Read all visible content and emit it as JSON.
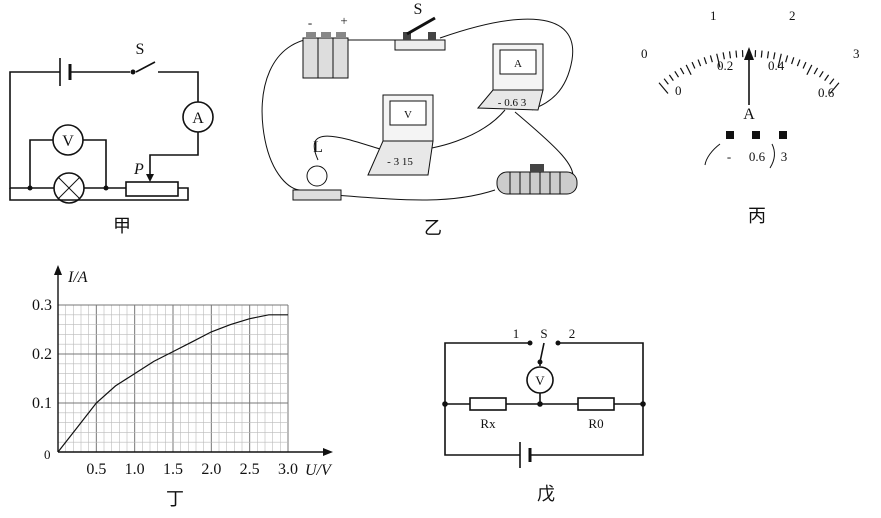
{
  "fig_jia": {
    "caption": "甲",
    "switch_label": "S",
    "ammeter": "A",
    "voltmeter": "V",
    "slider_label": "P"
  },
  "fig_yi": {
    "caption": "乙",
    "battery_minus": "-",
    "battery_plus": "+",
    "switch_label": "S",
    "lamp_label": "L",
    "ammeter_face": "A",
    "ammeter_terminals": "- 0.6 3",
    "voltmeter_face": "V",
    "voltmeter_terminals": "- 3 15"
  },
  "fig_bing": {
    "caption": "丙",
    "unit": "A",
    "top_scale": [
      "0",
      "1",
      "2",
      "3"
    ],
    "bottom_scale": [
      "0",
      "0.2",
      "0.4",
      "0.6"
    ],
    "terminals": [
      "-",
      "0.6",
      "3"
    ],
    "reading_fraction": 0.38
  },
  "fig_ding": {
    "caption": "丁",
    "y_axis_label": "I/A",
    "x_axis_label": "U/V",
    "origin": "0"
  },
  "fig_wu": {
    "caption": "戊",
    "label_1": "1",
    "label_2": "2",
    "switch_label": "S",
    "voltmeter": "V",
    "rx_label": "Rx",
    "r0_label": "R0"
  },
  "chart_data": {
    "type": "line",
    "x": [
      0,
      0.25,
      0.5,
      0.75,
      1.0,
      1.25,
      1.5,
      1.75,
      2.0,
      2.25,
      2.5,
      2.75,
      3.0
    ],
    "series": [
      {
        "values": [
          0,
          0.05,
          0.1,
          0.135,
          0.16,
          0.185,
          0.205,
          0.225,
          0.245,
          0.26,
          0.272,
          0.28,
          0.28
        ]
      }
    ],
    "xlabel": "U/V",
    "ylabel": "I/A",
    "xlim": [
      0,
      3.0
    ],
    "ylim": [
      0,
      0.3
    ],
    "x_ticks": [
      "0.5",
      "1.0",
      "1.5",
      "2.0",
      "2.5",
      "3.0"
    ],
    "y_ticks": [
      "0.1",
      "0.2",
      "0.3"
    ],
    "grid": true
  }
}
